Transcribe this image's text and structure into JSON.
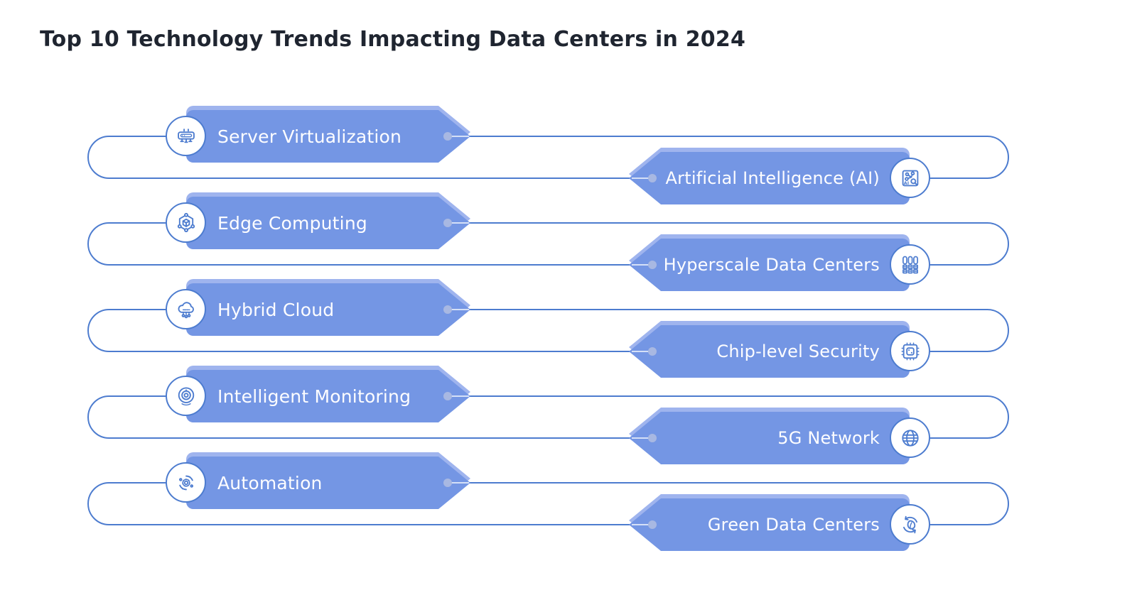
{
  "title": "Top 10 Technology Trends Impacting Data Centers in 2024",
  "colors": {
    "banner_blue": "#7496E4",
    "banner_highlight": "#9FB4EE",
    "line_blue": "#4D7CCF",
    "dot_blue": "#A8B8E2",
    "label_white": "#FDFDFF",
    "title_dark": "#1F2530"
  },
  "icon_glyphs": {
    "ai": "AI"
  },
  "trends": [
    {
      "label": "Server Virtualization",
      "side": "left",
      "icon": "server-rack-icon"
    },
    {
      "label": "Artificial Intelligence (AI)",
      "side": "right",
      "icon": "ai-circuit-icon"
    },
    {
      "label": "Edge Computing",
      "side": "left",
      "icon": "edge-computing-cube-icon"
    },
    {
      "label": "Hyperscale Data Centers",
      "side": "right",
      "icon": "hyperscale-racks-icon"
    },
    {
      "label": "Hybrid Cloud",
      "side": "left",
      "icon": "hybrid-cloud-icon"
    },
    {
      "label": "Chip-level Security",
      "side": "right",
      "icon": "chip-security-icon"
    },
    {
      "label": "Intelligent Monitoring",
      "side": "left",
      "icon": "monitoring-camera-icon"
    },
    {
      "label": "5G Network",
      "side": "right",
      "icon": "globe-5g-icon"
    },
    {
      "label": "Automation",
      "side": "left",
      "icon": "automation-gear-icon"
    },
    {
      "label": "Green Data Centers",
      "side": "right",
      "icon": "green-recycle-leaf-icon"
    }
  ]
}
